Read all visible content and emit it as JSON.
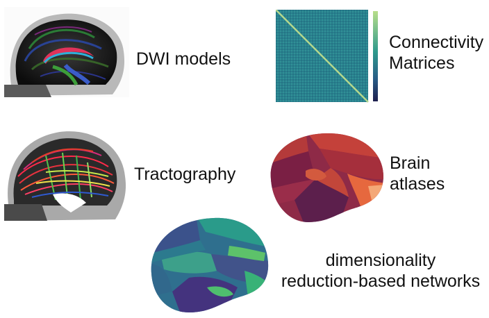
{
  "items": {
    "dwi": {
      "label": "DWI models"
    },
    "connectivity": {
      "line1": "Connectivity",
      "line2": "Matrices"
    },
    "tractography": {
      "label": "Tractography"
    },
    "atlases": {
      "line1": "Brain",
      "line2": "atlases"
    },
    "dimred": {
      "line1": "dimensionality",
      "line2": "reduction-based networks"
    }
  },
  "colors": {
    "matrix_base": "#2a7f8e",
    "matrix_diag": "#b4d88c",
    "colorbar_high": "#b8de8a",
    "colorbar_low": "#1e1f4e",
    "atlas_base": "#8e2a47",
    "network_base": "#2f6f8e"
  },
  "icons": {
    "dwi": "dwi-brain-sagittal-icon",
    "connectivity": "connectivity-matrix-heatmap-icon",
    "tractography": "tractography-streamlines-icon",
    "atlases": "brain-atlas-surface-icon",
    "dimred": "brain-network-surface-icon"
  }
}
